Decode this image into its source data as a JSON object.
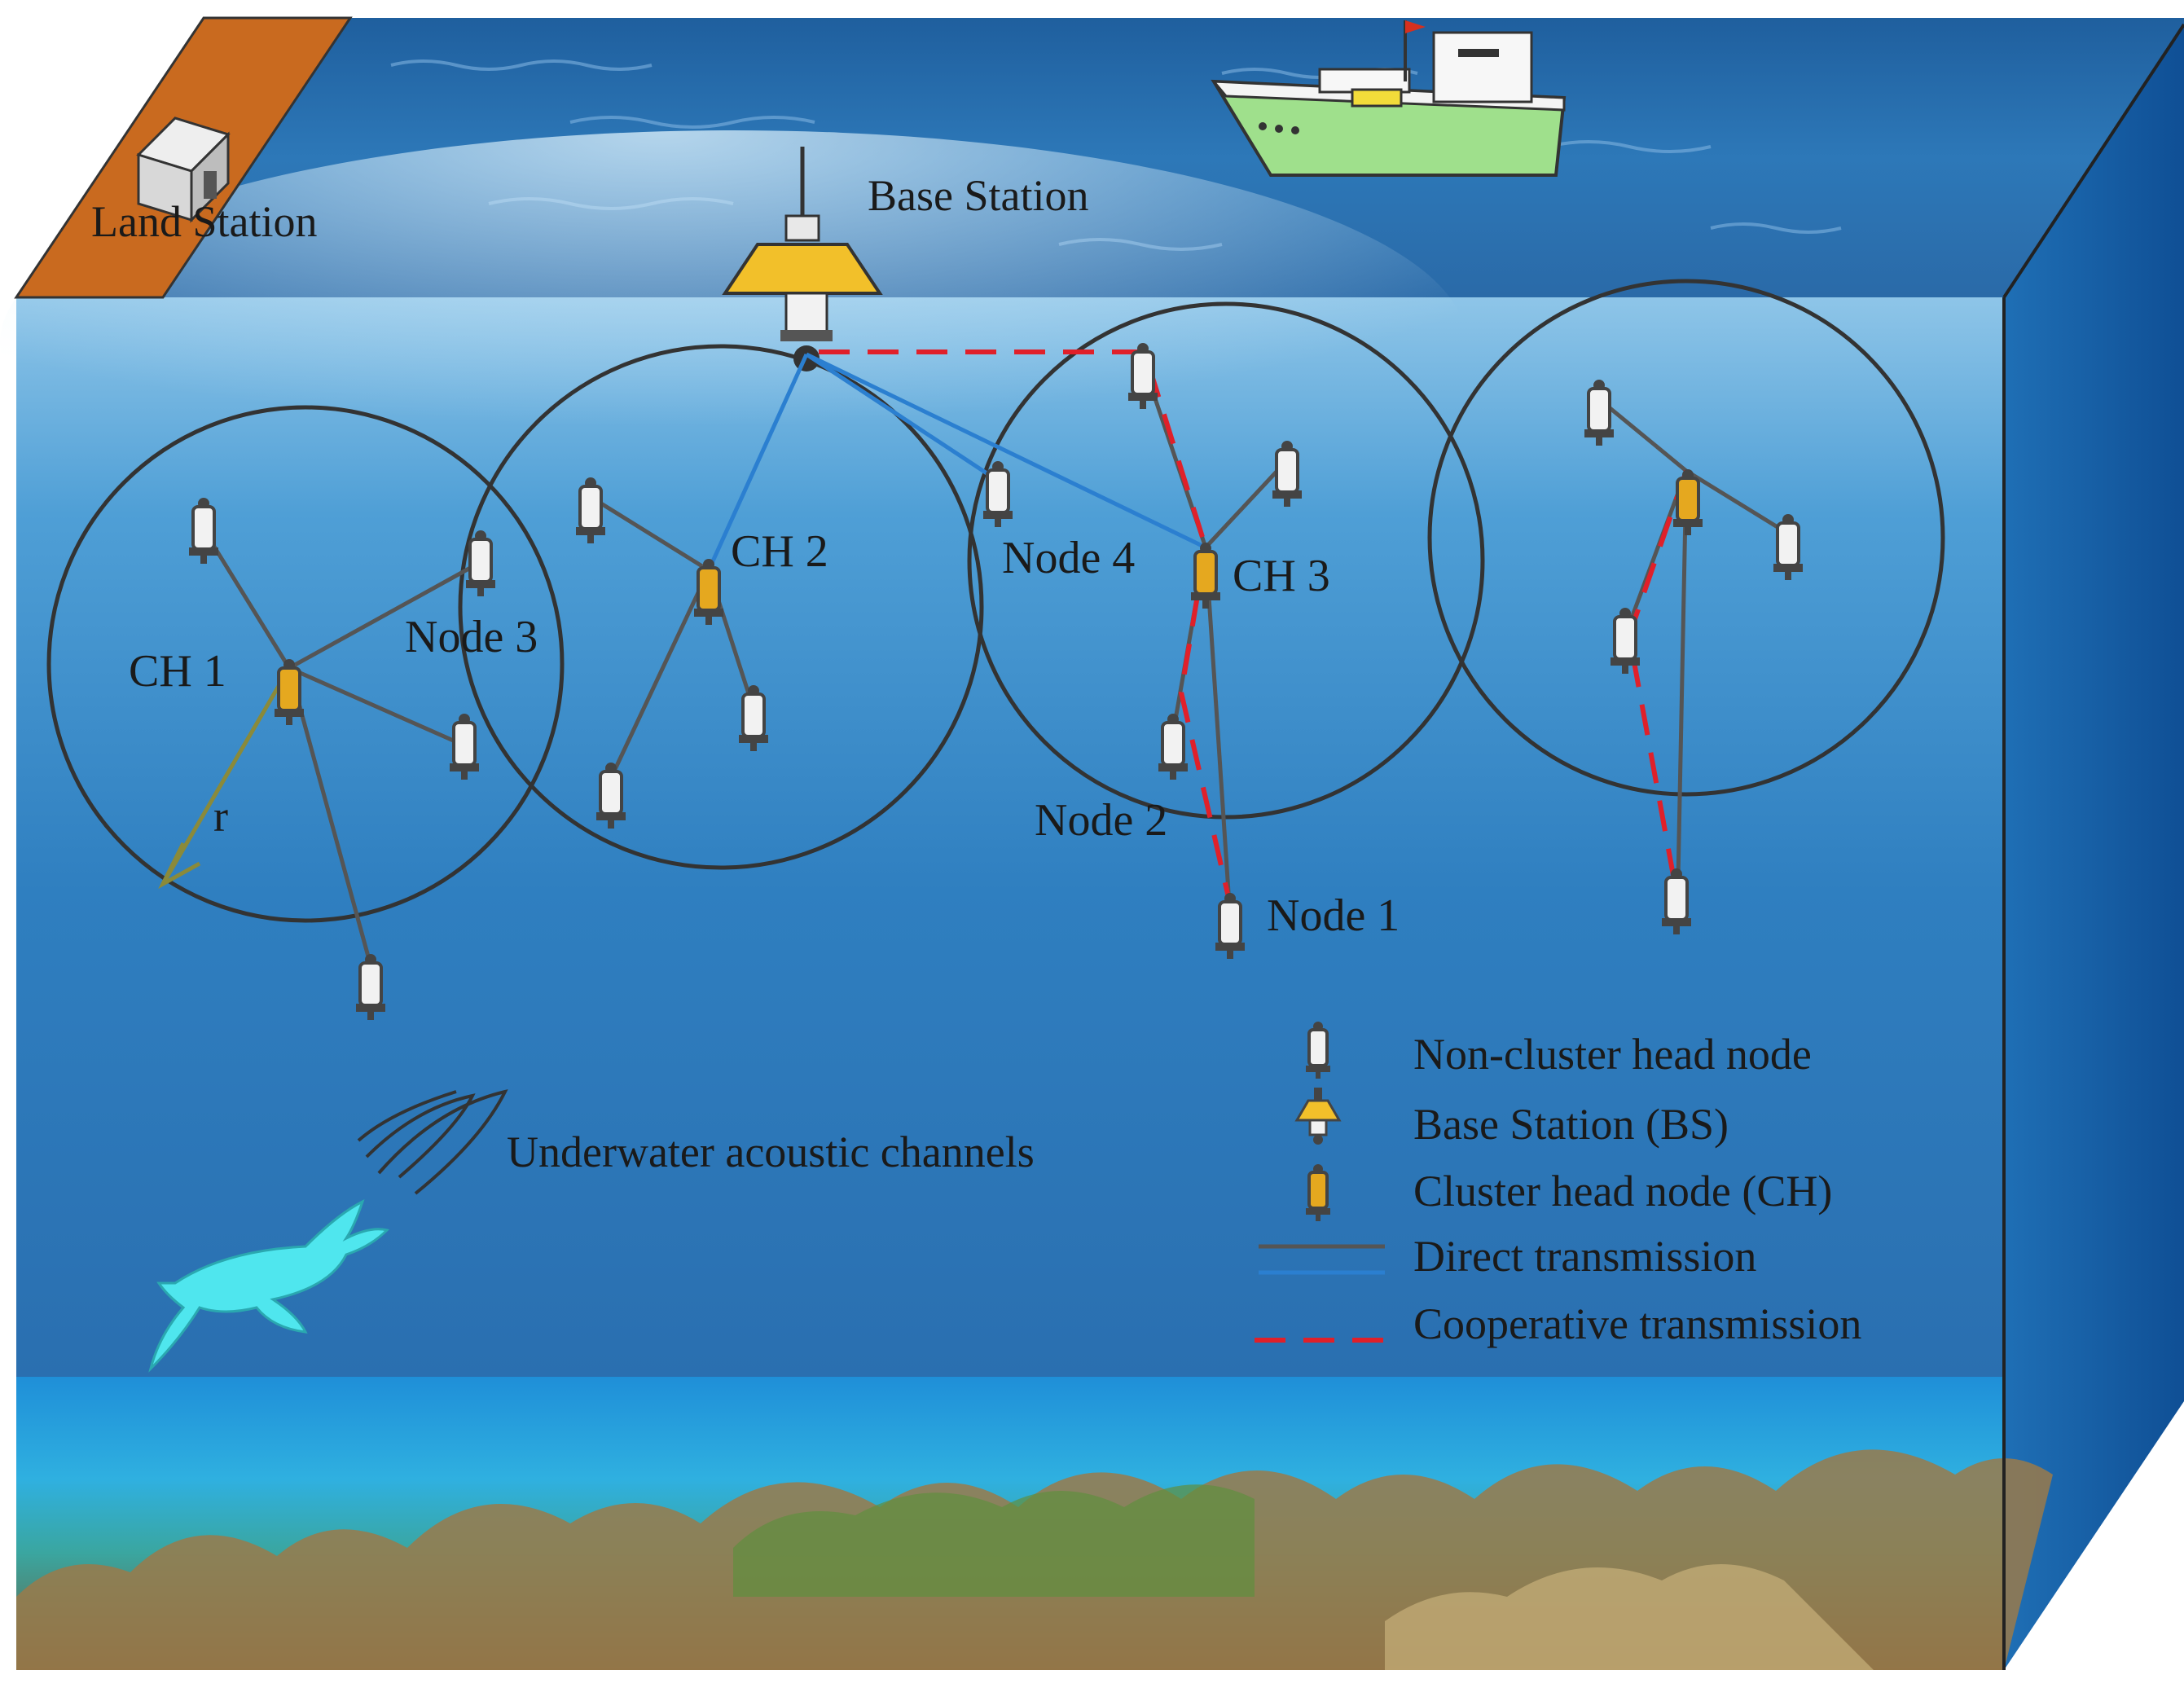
{
  "labels": {
    "land_station": "Land Station",
    "base_station": "Base Station",
    "ch1": "CH 1",
    "ch2": "CH 2",
    "ch3": "CH 3",
    "node1": "Node 1",
    "node2": "Node 2",
    "node3": "Node 3",
    "node4": "Node 4",
    "radius": "r",
    "acoustic": "Underwater acoustic channels"
  },
  "legend": {
    "non_cluster_head": "Non-cluster head node",
    "base_station": "Base Station (BS)",
    "cluster_head": "Cluster head node (CH)",
    "direct": "Direct transmission",
    "cooperative": "Cooperative transmission"
  },
  "colors": {
    "sky_water": "#2f7fbf",
    "deep_water": "#2a72b2",
    "land": "#c96a1f",
    "node_body": "#f2f2f2",
    "node_cap": "#444444",
    "cluster_head_body": "#e5a81f",
    "base_station": "#f2c02a",
    "direct_line_dark": "#555555",
    "direct_line_blue": "#2b7fd0",
    "cooperative_line": "#e0202a",
    "radius_arrow": "#8a8a3a",
    "dolphin": "#4fe6ee",
    "ship_hull": "#9fe08c"
  },
  "icons": [
    "house-icon",
    "ship-icon",
    "buoy-icon",
    "sensor-node-icon",
    "dolphin-icon",
    "acoustic-wave-icon"
  ]
}
